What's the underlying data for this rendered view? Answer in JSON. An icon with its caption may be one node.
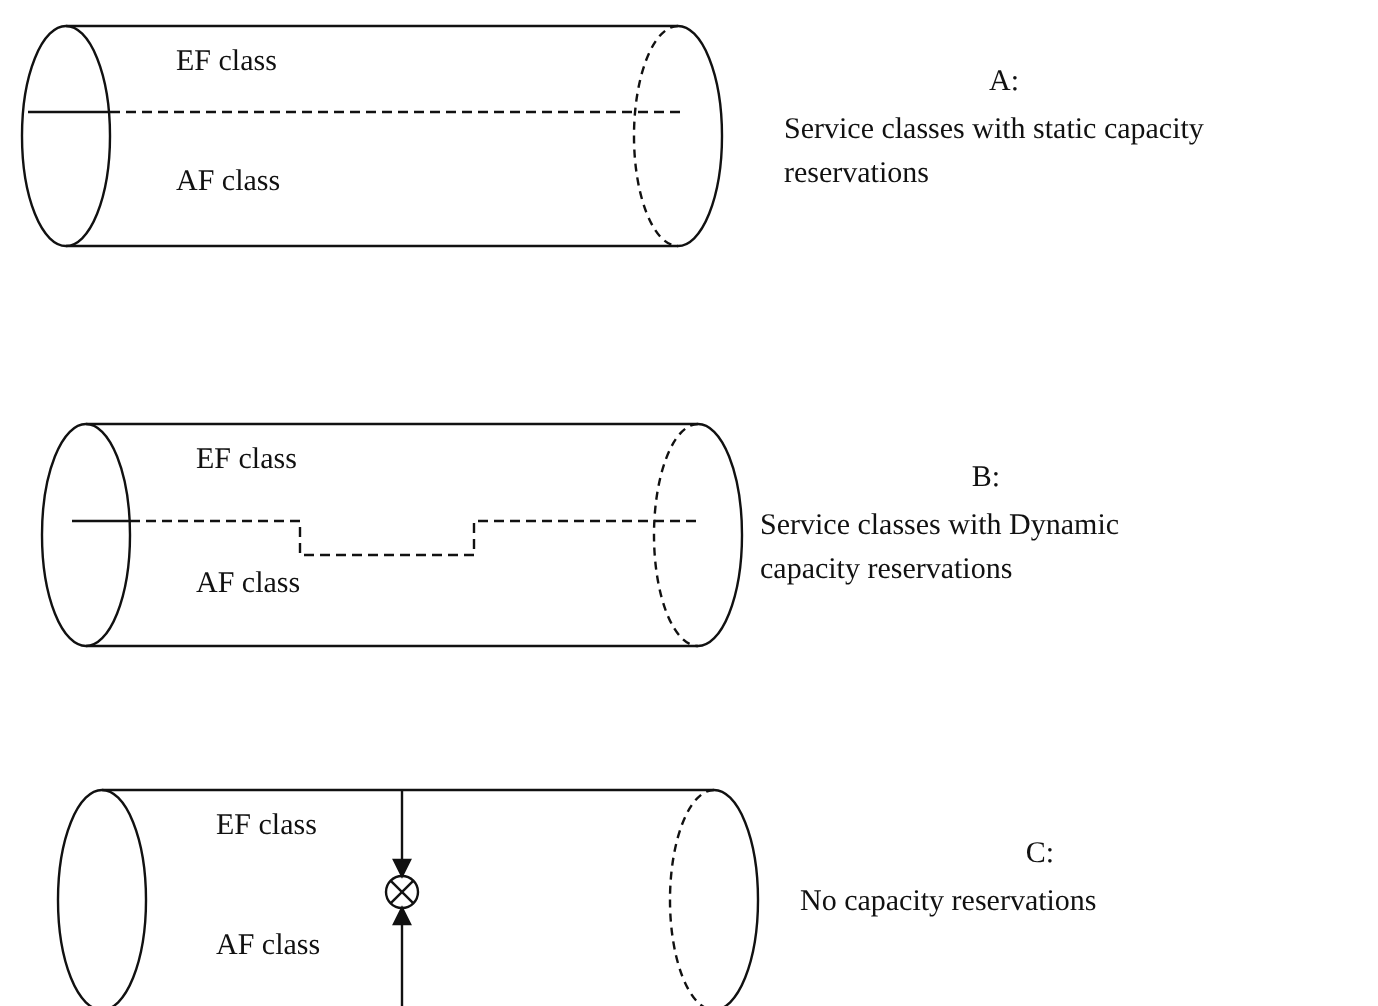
{
  "diagram": {
    "nodes": [
      {
        "text": [
          "EF class",
          "AF class"
        ],
        "beside": [
          "A:",
          "Service classes with static capacity reservations"
        ]
      },
      {
        "text": [
          "EF class",
          "AF class"
        ],
        "beside": [
          "B:",
          "Service classes with Dynamic capacity reservations"
        ]
      },
      {
        "text": [
          "EF class",
          "AF class"
        ],
        "beside": [
          "C:",
          "No capacity reservations"
        ]
      }
    ]
  }
}
